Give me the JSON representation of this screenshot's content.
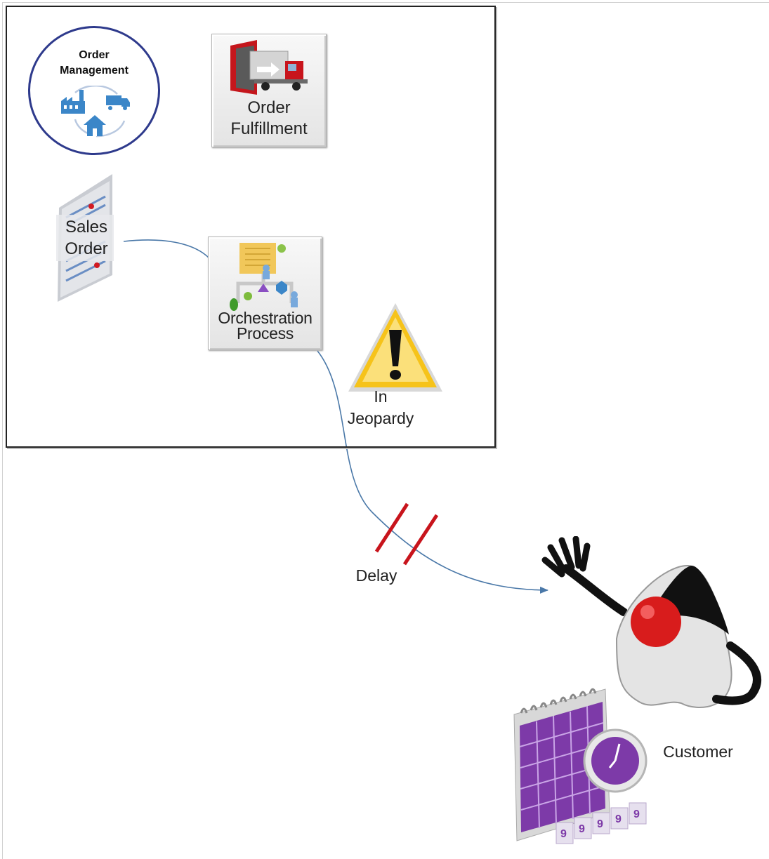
{
  "diagram": {
    "order_management": {
      "title": "Order\nManagement",
      "icon": "order-management-cycle-icon"
    },
    "order_fulfillment": {
      "label": "Order\nFulfillment",
      "icon": "truck-dock-icon"
    },
    "sales_order": {
      "label": "Sales\nOrder",
      "icon": "sales-order-document-icon"
    },
    "orchestration_process": {
      "label": "Orchestration\nProcess",
      "icon": "process-flow-icon"
    },
    "in_jeopardy": {
      "label": "In\nJeopardy",
      "icon": "warning-triangle-icon"
    },
    "delay": {
      "label": "Delay",
      "icon": "break-marker-icon"
    },
    "customer": {
      "label": "Customer",
      "icon": "mascot-figure-icon"
    },
    "calendar": {
      "icon": "calendar-clock-icon",
      "digits": "99999"
    }
  },
  "colors": {
    "connector": "#4a78a8",
    "delay_marker": "#c8141c",
    "circle_border": "#2e3a8c",
    "icon_blue": "#3b86c8",
    "warning_yellow": "#f6c31a",
    "calendar_purple": "#7d3aa8"
  }
}
